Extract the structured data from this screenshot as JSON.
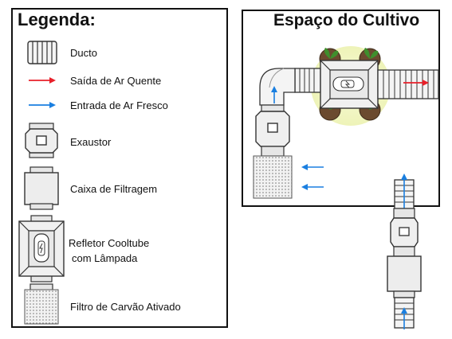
{
  "legend": {
    "title": "Legenda:",
    "items": [
      {
        "icon": "duct-icon",
        "label": "Ducto"
      },
      {
        "icon": "hot-air-arrow-icon",
        "label": "Saída de Ar Quente",
        "color": "#e8202a"
      },
      {
        "icon": "fresh-air-arrow-icon",
        "label": "Entrada de Ar Fresco",
        "color": "#1a7fe0"
      },
      {
        "icon": "exhaust-fan-icon",
        "label": "Exaustor"
      },
      {
        "icon": "filter-box-icon",
        "label": "Caixa de Filtragem"
      },
      {
        "icon": "cooltube-reflector-icon",
        "label_line1": "Refletor Cooltube",
        "label_line2": "com Lâmpada"
      },
      {
        "icon": "carbon-filter-icon",
        "label": "Filtro de Carvão Ativado"
      }
    ]
  },
  "diagram": {
    "title": "Espaço do Cultivo",
    "plants": 4
  },
  "colors": {
    "hot_air": "#e8202a",
    "fresh_air": "#1a7fe0",
    "border": "#111111",
    "component_fill": "#eeeeee",
    "plant_glow": "#f1f6c4"
  }
}
